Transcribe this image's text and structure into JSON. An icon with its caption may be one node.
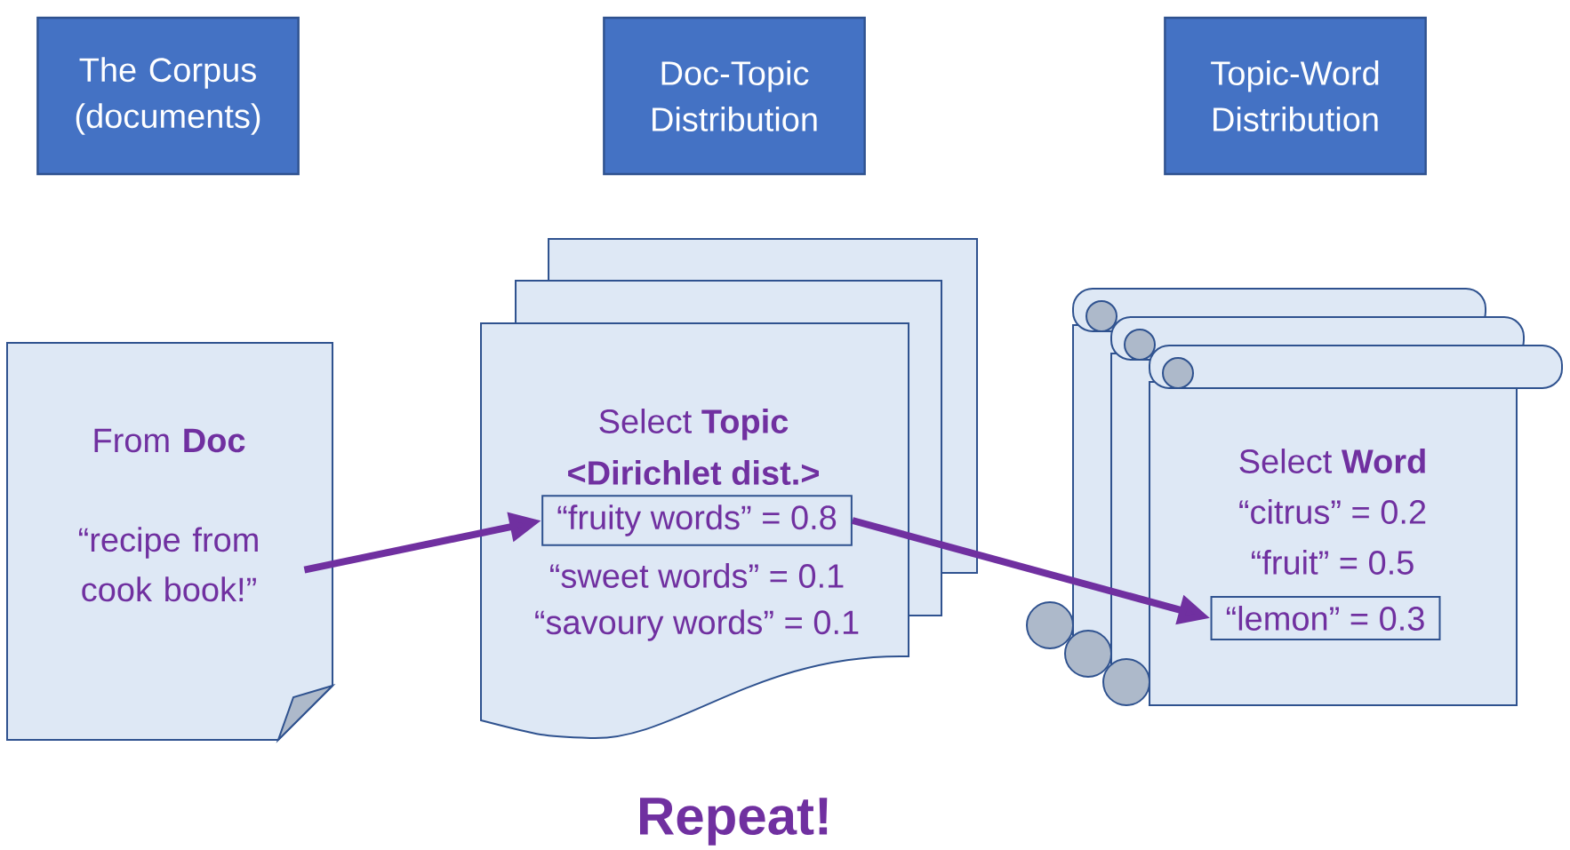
{
  "diagram": {
    "nodes": [
      {
        "text": [
          "The Corpus (documents)"
        ]
      },
      {
        "text": [
          "Doc-Topic Distribution"
        ]
      },
      {
        "text": [
          "Topic-Word Distribution"
        ]
      },
      {
        "text": [
          "From **Doc**",
          "“recipe from cook book!”"
        ]
      },
      {
        "text": [
          "Select **Topic**",
          "<Dirichlet dist.>",
          "“sweet words” = 0.1",
          "“savoury words” = 0.1"
        ]
      },
      {
        "text": [
          "“fruity words” = 0.8"
        ],
        "in": 4
      },
      {
        "text": [
          "Select **Word**",
          "“citrus” = 0.2",
          "“fruit” = 0.5"
        ]
      },
      {
        "text": [
          "“lemon” = 0.3"
        ],
        "in": 6
      }
    ],
    "edges": [
      {
        "from": 3,
        "to": 5,
        "arrow": "to"
      },
      {
        "from": 5,
        "to": 7,
        "arrow": "to"
      }
    ],
    "labels": [
      "Repeat!"
    ]
  }
}
